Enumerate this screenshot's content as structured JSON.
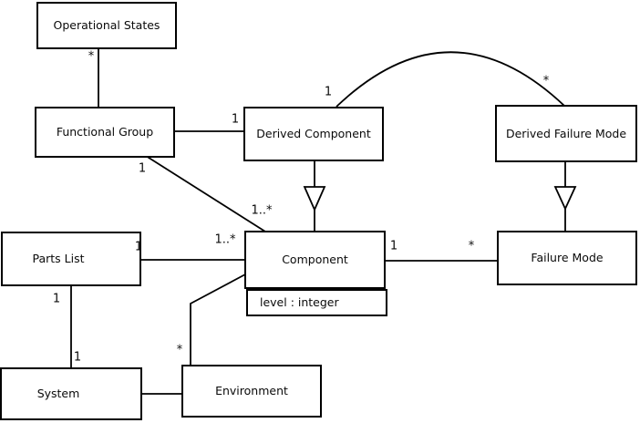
{
  "classes": {
    "operational_states": {
      "label": "Operational States"
    },
    "functional_group": {
      "label": "Functional Group"
    },
    "derived_component": {
      "label": "Derived Component"
    },
    "derived_failure_mode": {
      "label": "Derived Failure Mode"
    },
    "parts_list": {
      "label": "Parts List"
    },
    "component": {
      "label": "Component",
      "attribute": "level : integer"
    },
    "failure_mode": {
      "label": "Failure Mode"
    },
    "system": {
      "label": "System"
    },
    "environment": {
      "label": "Environment"
    }
  },
  "multiplicity_labels": [
    {
      "association": "operational-states/functional-group",
      "end": "operational-states",
      "text": "*"
    },
    {
      "association": "functional-group/derived-component",
      "end": "derived-component",
      "text": "1"
    },
    {
      "association": "functional-group/component",
      "end": "functional-group",
      "text": "1"
    },
    {
      "association": "functional-group/component",
      "end": "component",
      "text": "1..*"
    },
    {
      "association": "derived-component/derived-failure-mode",
      "end": "derived-component",
      "text": "1"
    },
    {
      "association": "derived-component/derived-failure-mode",
      "end": "derived-failure-mode",
      "text": "*"
    },
    {
      "association": "parts-list/component",
      "end": "parts-list",
      "text": "1"
    },
    {
      "association": "parts-list/component",
      "end": "component",
      "text": "1..*"
    },
    {
      "association": "component/failure-mode",
      "end": "component",
      "text": "1"
    },
    {
      "association": "component/failure-mode",
      "end": "failure-mode",
      "text": "*"
    },
    {
      "association": "parts-list/system",
      "end": "parts-list",
      "text": "1"
    },
    {
      "association": "parts-list/system",
      "end": "system",
      "text": "1"
    },
    {
      "association": "component/environment",
      "end": "environment",
      "text": "*"
    }
  ],
  "colors": {
    "line": "#000000",
    "background": "#ffffff"
  }
}
